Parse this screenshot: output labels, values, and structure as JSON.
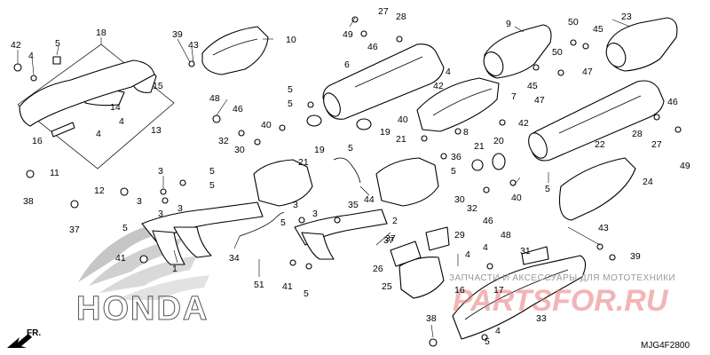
{
  "diagram": {
    "code": "MJG4F2800",
    "front_label": "FR.",
    "brand": "HONDA",
    "watermark_line": "ЗАПЧАСТИ И АКСЕССУАРЫ ДЛЯ МОТОТЕХНИКИ",
    "watermark_site": "PARTSFOR.RU"
  },
  "callouts": [
    {
      "id": "c1",
      "text": "42"
    },
    {
      "id": "c2",
      "text": "5"
    },
    {
      "id": "c3",
      "text": "18"
    },
    {
      "id": "c4",
      "text": "4"
    },
    {
      "id": "c5",
      "text": "15"
    },
    {
      "id": "c6",
      "text": "14"
    },
    {
      "id": "c7",
      "text": "4"
    },
    {
      "id": "c8",
      "text": "16"
    },
    {
      "id": "c9",
      "text": "4"
    },
    {
      "id": "c10",
      "text": "39"
    },
    {
      "id": "c11",
      "text": "43"
    },
    {
      "id": "c12",
      "text": "10"
    },
    {
      "id": "c13",
      "text": "49"
    },
    {
      "id": "c14",
      "text": "27"
    },
    {
      "id": "c15",
      "text": "46"
    },
    {
      "id": "c16",
      "text": "28"
    },
    {
      "id": "c17",
      "text": "9"
    },
    {
      "id": "c18",
      "text": "50"
    },
    {
      "id": "c19",
      "text": "45"
    },
    {
      "id": "c20",
      "text": "23"
    },
    {
      "id": "c21",
      "text": "50"
    },
    {
      "id": "c22",
      "text": "6"
    },
    {
      "id": "c23",
      "text": "4"
    },
    {
      "id": "c24",
      "text": "42"
    },
    {
      "id": "c25",
      "text": "47"
    },
    {
      "id": "c26",
      "text": "45"
    },
    {
      "id": "c27",
      "text": "47"
    },
    {
      "id": "c28",
      "text": "7"
    },
    {
      "id": "c29",
      "text": "48"
    },
    {
      "id": "c30",
      "text": "46"
    },
    {
      "id": "c31",
      "text": "5"
    },
    {
      "id": "c32",
      "text": "5"
    },
    {
      "id": "c33",
      "text": "40"
    },
    {
      "id": "c34",
      "text": "40"
    },
    {
      "id": "c35",
      "text": "42"
    },
    {
      "id": "c36",
      "text": "46"
    },
    {
      "id": "c37",
      "text": "32"
    },
    {
      "id": "c38",
      "text": "30"
    },
    {
      "id": "c39",
      "text": "21"
    },
    {
      "id": "c40",
      "text": "19"
    },
    {
      "id": "c41",
      "text": "19"
    },
    {
      "id": "c42",
      "text": "21"
    },
    {
      "id": "c43",
      "text": "8"
    },
    {
      "id": "c44",
      "text": "21"
    },
    {
      "id": "c45",
      "text": "20"
    },
    {
      "id": "c46",
      "text": "28"
    },
    {
      "id": "c47",
      "text": "27"
    },
    {
      "id": "c48",
      "text": "49"
    },
    {
      "id": "c49",
      "text": "22"
    },
    {
      "id": "c50",
      "text": "11"
    },
    {
      "id": "c51",
      "text": "13"
    },
    {
      "id": "c52",
      "text": "12"
    },
    {
      "id": "c53",
      "text": "38"
    },
    {
      "id": "c54",
      "text": "3"
    },
    {
      "id": "c55",
      "text": "3"
    },
    {
      "id": "c56",
      "text": "5"
    },
    {
      "id": "c57",
      "text": "5"
    },
    {
      "id": "c58",
      "text": "5"
    },
    {
      "id": "c59",
      "text": "36"
    },
    {
      "id": "c60",
      "text": "5"
    },
    {
      "id": "c61",
      "text": "40"
    },
    {
      "id": "c62",
      "text": "5"
    },
    {
      "id": "c63",
      "text": "24"
    },
    {
      "id": "c64",
      "text": "3"
    },
    {
      "id": "c65",
      "text": "3"
    },
    {
      "id": "c66",
      "text": "37"
    },
    {
      "id": "c67",
      "text": "5"
    },
    {
      "id": "c68",
      "text": "41"
    },
    {
      "id": "c69",
      "text": "1"
    },
    {
      "id": "c70",
      "text": "34"
    },
    {
      "id": "c71",
      "text": "51"
    },
    {
      "id": "c72",
      "text": "3"
    },
    {
      "id": "c73",
      "text": "3"
    },
    {
      "id": "c74",
      "text": "5"
    },
    {
      "id": "c75",
      "text": "41"
    },
    {
      "id": "c76",
      "text": "5"
    },
    {
      "id": "c77",
      "text": "35"
    },
    {
      "id": "c78",
      "text": "44"
    },
    {
      "id": "c79",
      "text": "2"
    },
    {
      "id": "c80",
      "text": "30"
    },
    {
      "id": "c81",
      "text": "32"
    },
    {
      "id": "c82",
      "text": "46"
    },
    {
      "id": "c83",
      "text": "48"
    },
    {
      "id": "c84",
      "text": "37"
    },
    {
      "id": "c85",
      "text": "29"
    },
    {
      "id": "c86",
      "text": "4"
    },
    {
      "id": "c87",
      "text": "4"
    },
    {
      "id": "c88",
      "text": "43"
    },
    {
      "id": "c89",
      "text": "39"
    },
    {
      "id": "c90",
      "text": "31"
    },
    {
      "id": "c91",
      "text": "26"
    },
    {
      "id": "c92",
      "text": "25"
    },
    {
      "id": "c93",
      "text": "16"
    },
    {
      "id": "c94",
      "text": "17"
    },
    {
      "id": "c95",
      "text": "33"
    },
    {
      "id": "c96",
      "text": "38"
    },
    {
      "id": "c97",
      "text": "4"
    },
    {
      "id": "c98",
      "text": "5"
    },
    {
      "id": "c99",
      "text": "37"
    }
  ]
}
